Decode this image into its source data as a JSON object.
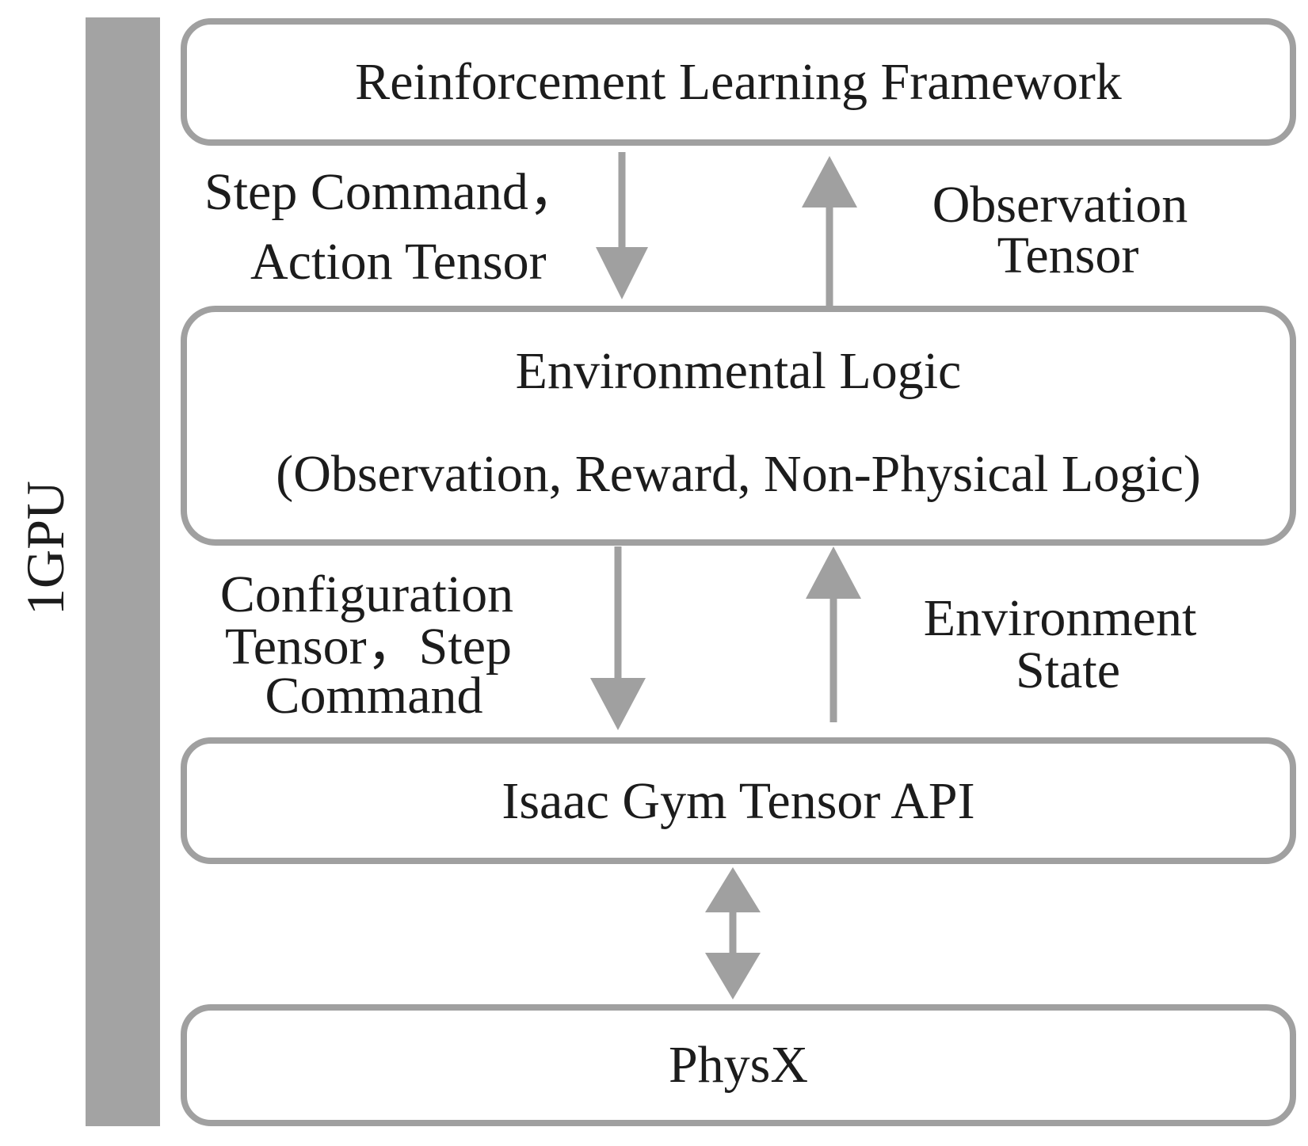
{
  "colors": {
    "bar": "#a3a3a3",
    "box_stroke": "#a0a0a0",
    "arrow": "#a0a0a0",
    "text": "#1c1c1c"
  },
  "side_bar": {
    "label": "1GPU"
  },
  "boxes": {
    "rl_framework": {
      "label": "Reinforcement Learning Framework"
    },
    "env_logic": {
      "label": "Environmental Logic",
      "sublabel": "(Observation, Reward, Non-Physical Logic)"
    },
    "tensor_api": {
      "label": "Isaac Gym Tensor API"
    },
    "physx": {
      "label": "PhysX"
    }
  },
  "edges": {
    "step_action": {
      "line1": "Step Command，",
      "line2": "Action Tensor"
    },
    "observation": {
      "line1": "Observation",
      "line2": "Tensor"
    },
    "config_step": {
      "line1": "Configuration",
      "line2": "Tensor，Step",
      "line3": "Command"
    },
    "env_state": {
      "line1": "Environment",
      "line2": "State"
    }
  }
}
